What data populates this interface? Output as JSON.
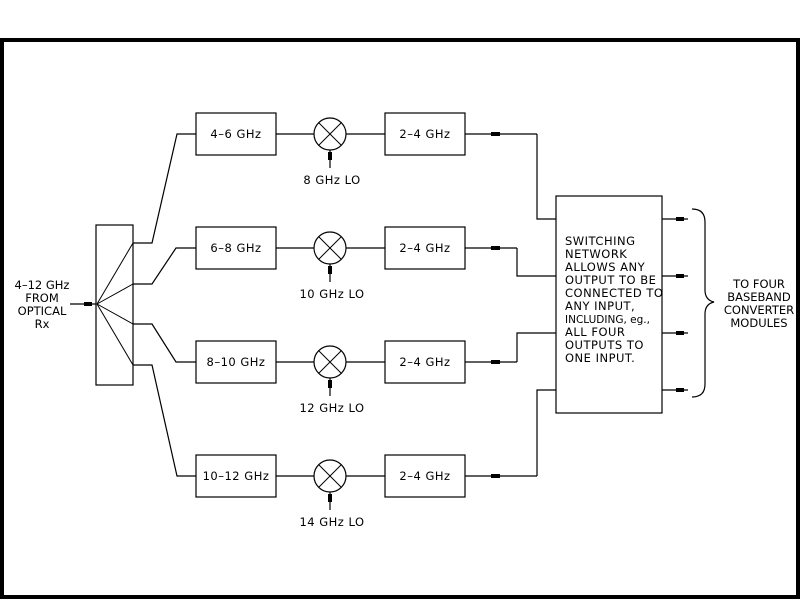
{
  "input": {
    "lines": [
      "4–12 GHz",
      "FROM",
      "OPTICAL",
      "Rx"
    ]
  },
  "channels": [
    {
      "filter": "4–6 GHz",
      "lo": "8 GHz LO",
      "if_filter": "2–4 GHz"
    },
    {
      "filter": "6–8 GHz",
      "lo": "10 GHz LO",
      "if_filter": "2–4 GHz"
    },
    {
      "filter": "8–10 GHz",
      "lo": "12 GHz LO",
      "if_filter": "2–4 GHz"
    },
    {
      "filter": "10–12 GHz",
      "lo": "14 GHz LO",
      "if_filter": "2–4 GHz"
    }
  ],
  "switch": {
    "lines": [
      "SWITCHING",
      "NETWORK",
      "ALLOWS ANY",
      "OUTPUT TO BE",
      "CONNECTED TO",
      "ANY INPUT,",
      "INCLUDING, eg.,",
      "ALL FOUR",
      "OUTPUTS TO",
      "ONE INPUT."
    ]
  },
  "output": {
    "lines": [
      "TO FOUR",
      "BASEBAND",
      "CONVERTER",
      "MODULES"
    ]
  },
  "colors": {
    "line": "#000000",
    "background": "#ffffff"
  }
}
